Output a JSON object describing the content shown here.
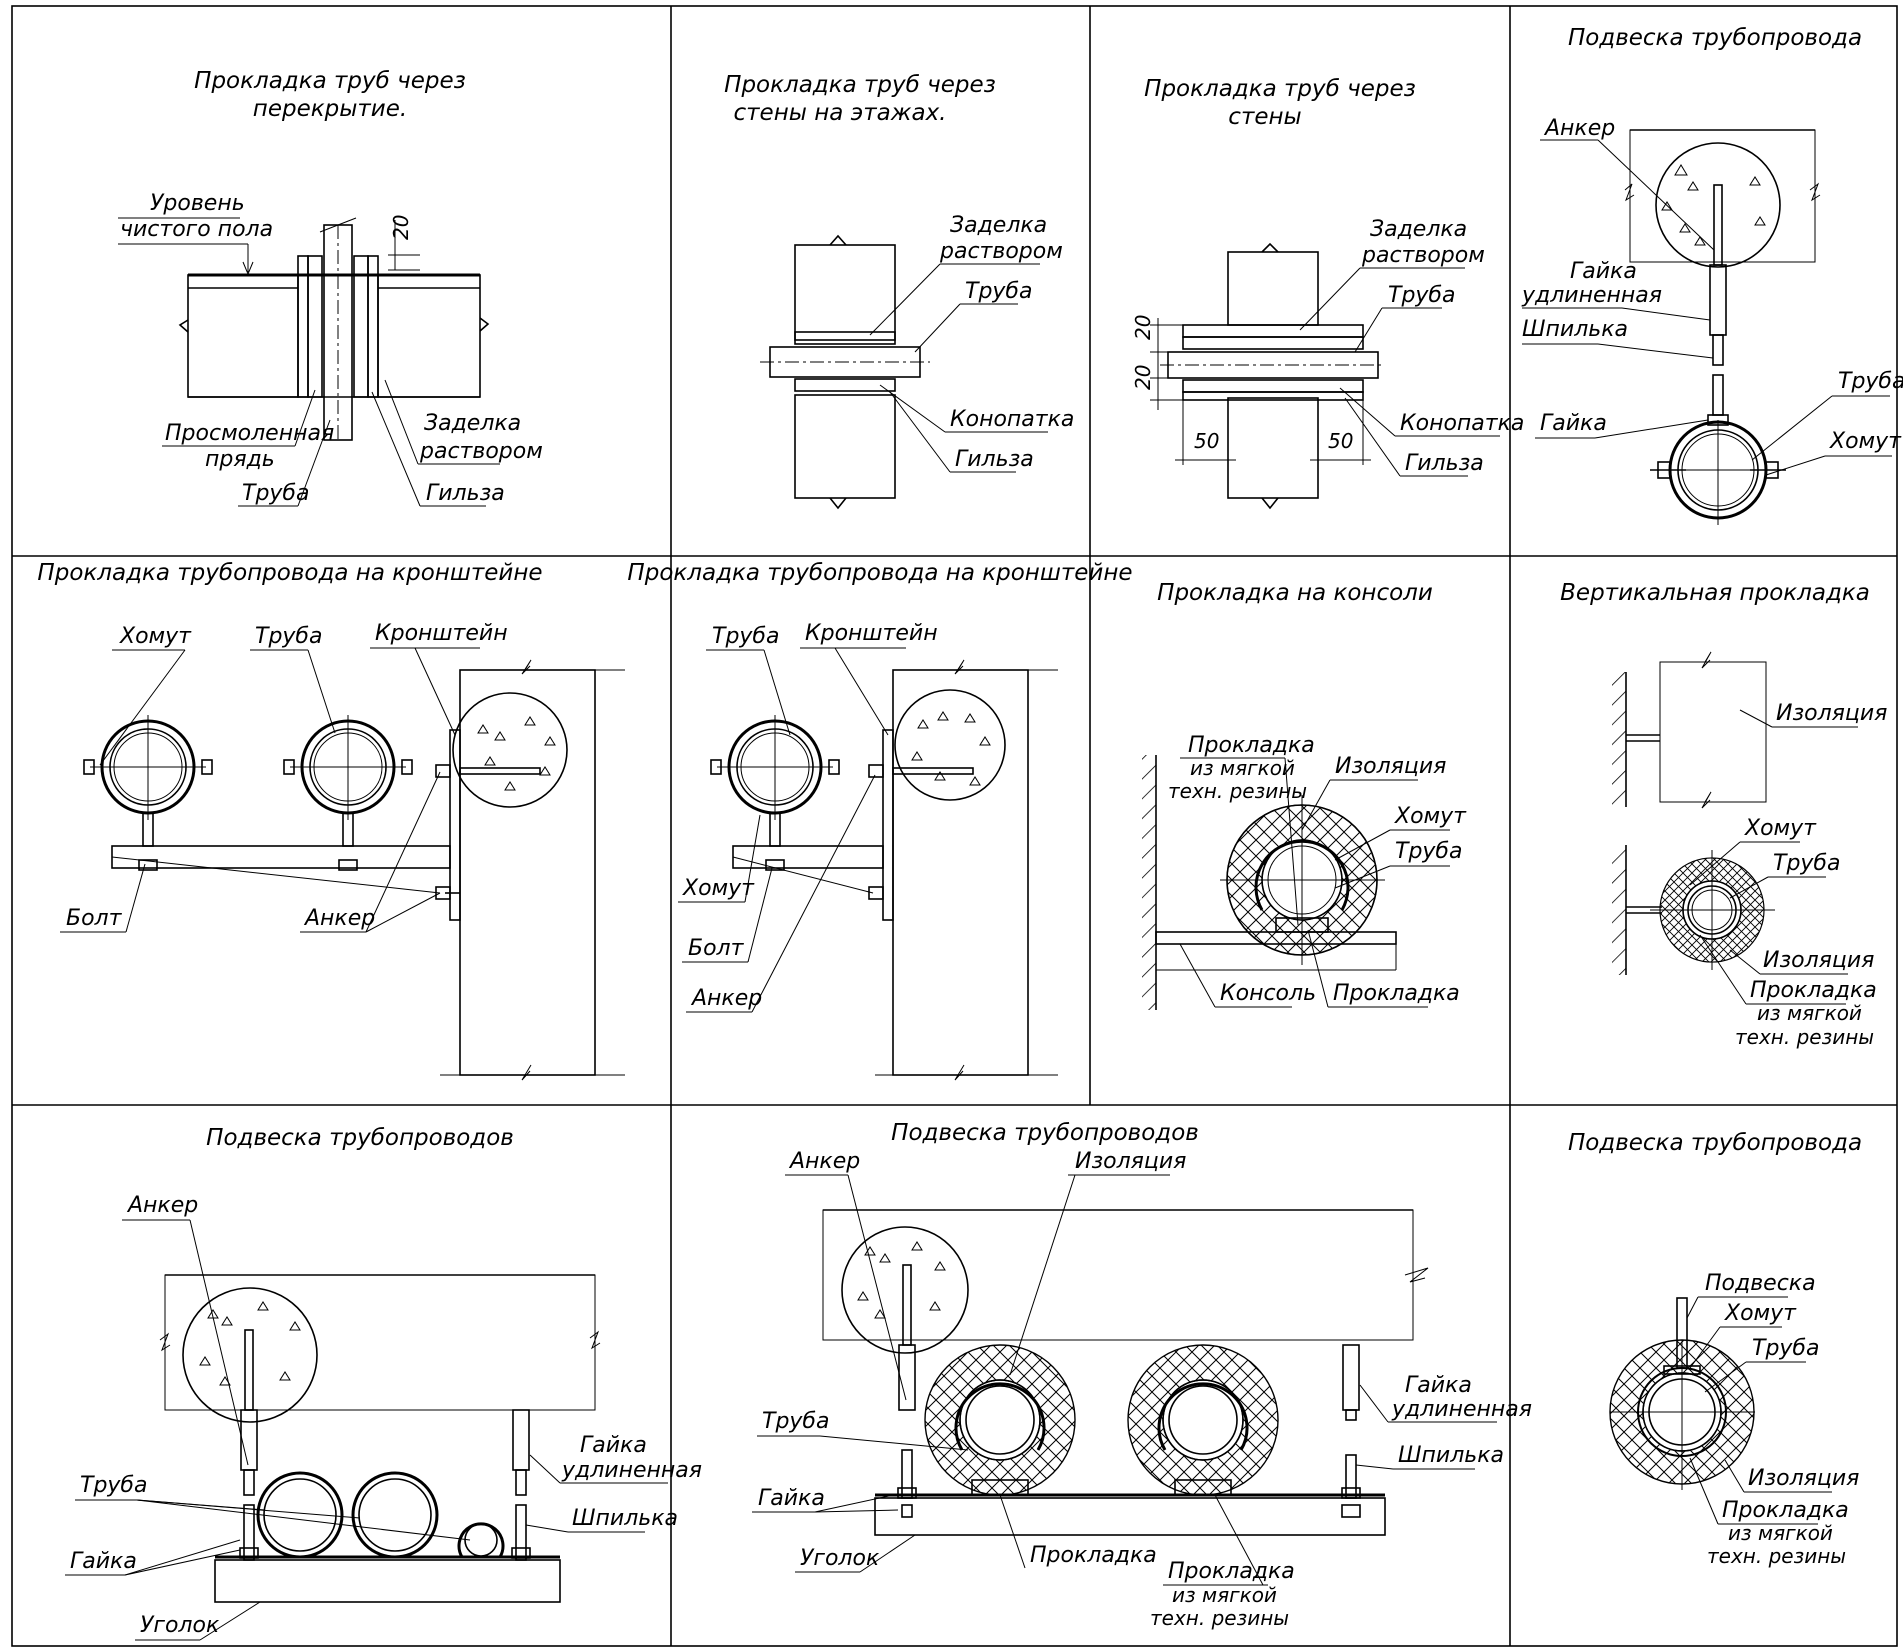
{
  "colors": {
    "ink": "#000000",
    "paper": "#ffffff"
  },
  "cells": {
    "c1": {
      "title": [
        "Прокладка труб через",
        "перекрытие."
      ],
      "labels": {
        "level": [
          "Уровень",
          "чистого пола"
        ],
        "dim": "20",
        "strand": [
          "Просмоленная",
          "прядь"
        ],
        "pipe": "Труба",
        "seal": [
          "Заделка",
          "раствором"
        ],
        "sleeve": "Гильза"
      }
    },
    "c2": {
      "title": [
        "Прокладка труб через",
        "стены на этажах."
      ],
      "labels": {
        "seal": [
          "Заделка",
          "раствором"
        ],
        "pipe": "Труба",
        "caulk": "Конопатка",
        "sleeve": "Гильза"
      }
    },
    "c3": {
      "title": [
        "Прокладка труб через",
        "стены"
      ],
      "labels": {
        "seal": [
          "Заделка",
          "раствором"
        ],
        "pipe": "Труба",
        "dim1": "20",
        "dim2": "20",
        "dim3": "50",
        "dim4": "50",
        "caulk": "Конопатка",
        "sleeve": "Гильза"
      }
    },
    "c4": {
      "title": "Подвеска трубопровода",
      "labels": {
        "anchor": "Анкер",
        "nut_long": [
          "Гайка",
          "удлиненная"
        ],
        "stud": "Шпилька",
        "nut": "Гайка",
        "pipe": "Труба",
        "clamp": "Хомут"
      }
    },
    "c5": {
      "title": "Прокладка трубопровода на кронштейне",
      "labels": {
        "clamp": "Хомут",
        "pipe": "Труба",
        "bracket": "Кронштейн",
        "bolt": "Болт",
        "anchor": "Анкер"
      }
    },
    "c6": {
      "title": "Прокладка трубопровода на кронштейне",
      "labels": {
        "pipe": "Труба",
        "bracket": "Кронштейн",
        "clamp": "Хомут",
        "bolt": "Болт",
        "anchor": "Анкер"
      }
    },
    "c7": {
      "title": "Прокладка на консоли",
      "labels": {
        "pad": [
          "Прокладка",
          "из мягкой",
          "техн. резины"
        ],
        "insulation": "Изоляция",
        "clamp": "Хомут",
        "pipe": "Труба",
        "console": "Консоль",
        "pad2": "Прокладка"
      }
    },
    "c8": {
      "title": "Вертикальная прокладка",
      "labels": {
        "insulation": "Изоляция",
        "clamp": "Хомут",
        "pipe": "Труба",
        "insulation2": "Изоляция",
        "pad": [
          "Прокладка",
          "из мягкой",
          "техн. резины"
        ]
      }
    },
    "c9": {
      "title": "Подвеска трубопроводов",
      "labels": {
        "anchor": "Анкер",
        "pipe": "Труба",
        "nut_long": [
          "Гайка",
          "удлиненная"
        ],
        "stud": "Шпилька",
        "nut": "Гайка",
        "angle": "Уголок"
      }
    },
    "c10": {
      "title": "Подвеска трубопроводов",
      "labels": {
        "anchor": "Анкер",
        "insulation": "Изоляция",
        "nut_long": [
          "Гайка",
          "удлиненная"
        ],
        "pipe": "Труба",
        "stud": "Шпилька",
        "nut": "Гайка",
        "angle": "Уголок",
        "pad": "Прокладка",
        "pad_soft": [
          "Прокладка",
          "из мягкой",
          "техн. резины"
        ]
      }
    },
    "c11": {
      "title": "Подвеска трубопровода",
      "labels": {
        "hanger": "Подвеска",
        "clamp": "Хомут",
        "pipe": "Труба",
        "insulation": "Изоляция",
        "pad": [
          "Прокладка",
          "из мягкой",
          "техн. резины"
        ]
      }
    }
  }
}
